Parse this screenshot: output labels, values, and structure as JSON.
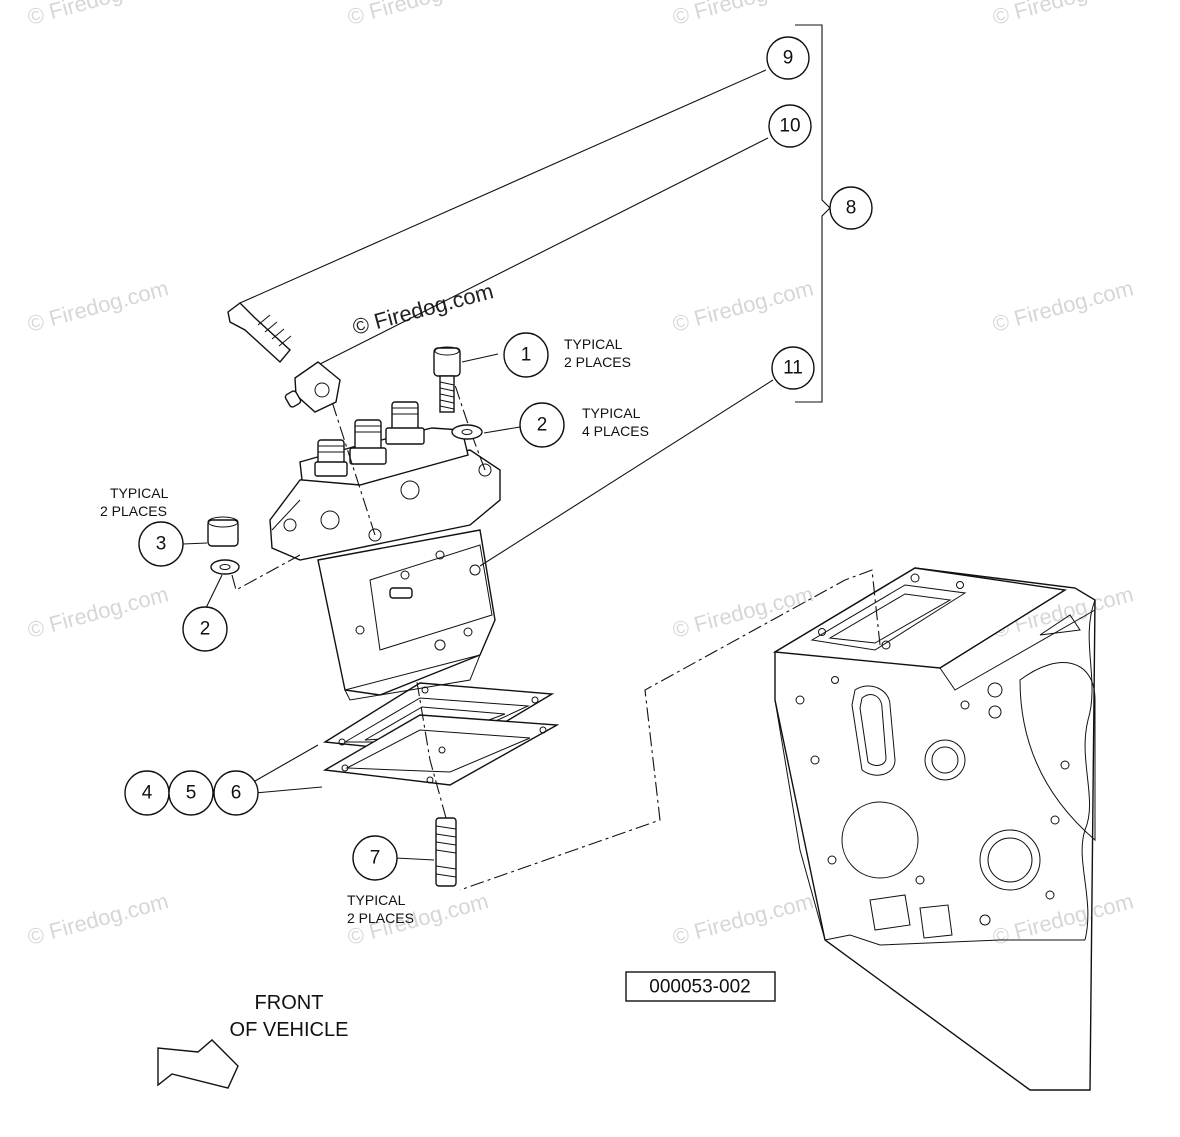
{
  "watermark": {
    "text": "© Firedog.com",
    "color": "#c9c9c9"
  },
  "callouts": [
    {
      "id": "1",
      "label": "1"
    },
    {
      "id": "2a",
      "label": "2"
    },
    {
      "id": "2b",
      "label": "2"
    },
    {
      "id": "3",
      "label": "3"
    },
    {
      "id": "4",
      "label": "4"
    },
    {
      "id": "5",
      "label": "5"
    },
    {
      "id": "6",
      "label": "6"
    },
    {
      "id": "7",
      "label": "7"
    },
    {
      "id": "8",
      "label": "8"
    },
    {
      "id": "9",
      "label": "9"
    },
    {
      "id": "10",
      "label": "10"
    },
    {
      "id": "11",
      "label": "11"
    }
  ],
  "notes": {
    "n1": {
      "line1": "TYPICAL",
      "line2": "2 PLACES"
    },
    "n2": {
      "line1": "TYPICAL",
      "line2": "4 PLACES"
    },
    "n3": {
      "line1": "TYPICAL",
      "line2": "2 PLACES"
    },
    "n7": {
      "line1": "TYPICAL",
      "line2": "2 PLACES"
    }
  },
  "drawing_code": "000053-002",
  "front": {
    "line1": "FRONT",
    "line2": "OF VEHICLE"
  }
}
